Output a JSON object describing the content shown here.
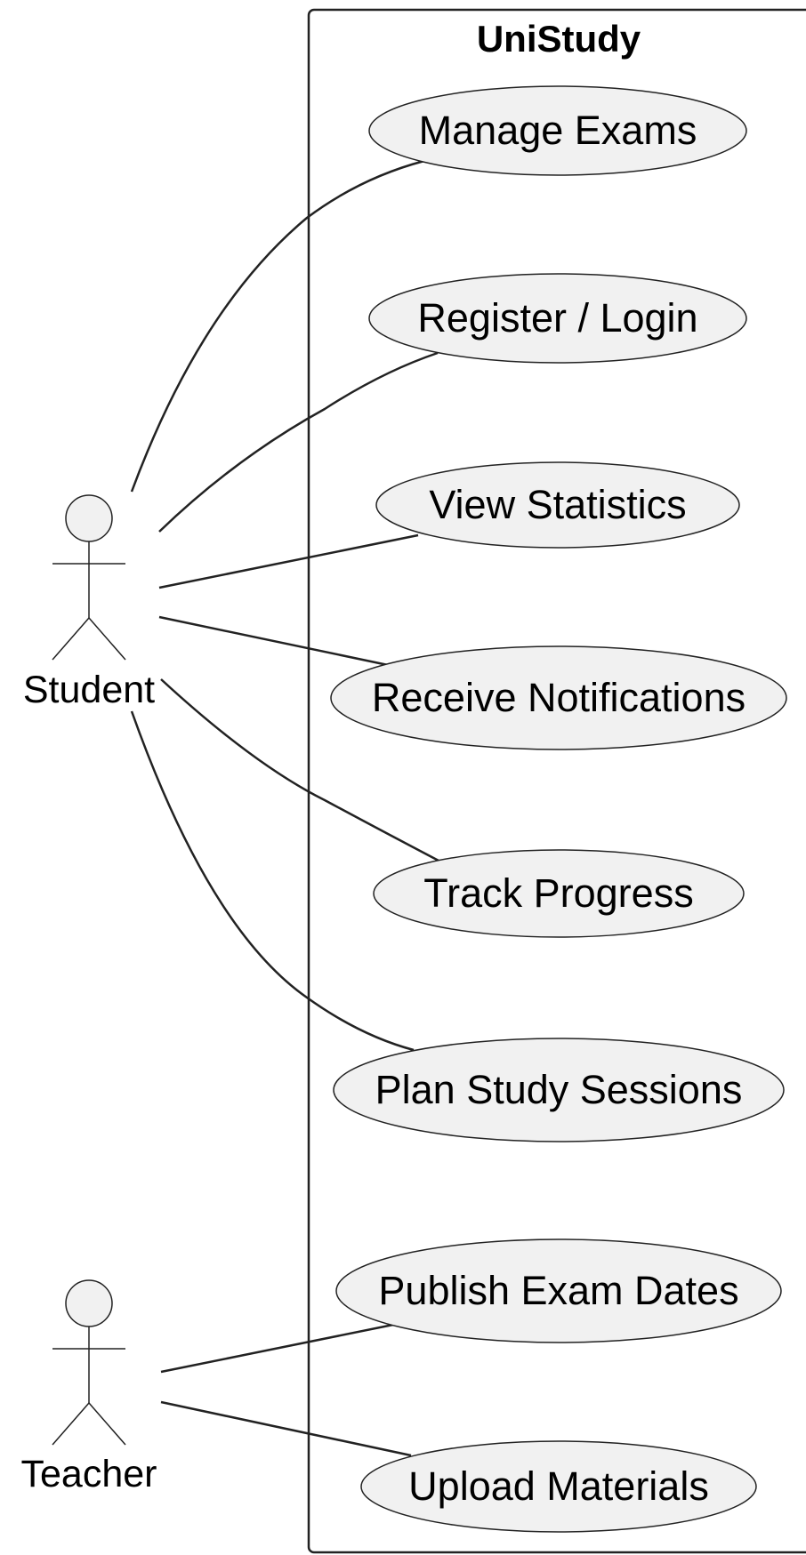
{
  "system": {
    "title": "UniStudy"
  },
  "actors": {
    "student": {
      "label": "Student"
    },
    "teacher": {
      "label": "Teacher"
    }
  },
  "use_cases": {
    "manage_exams": "Manage Exams",
    "register_login": "Register / Login",
    "view_statistics": "View Statistics",
    "receive_notifications": "Receive Notifications",
    "track_progress": "Track Progress",
    "plan_study_sessions": "Plan Study Sessions",
    "publish_exam_dates": "Publish Exam Dates",
    "upload_materials": "Upload Materials"
  },
  "associations": [
    {
      "actor": "Student",
      "use_case": "Manage Exams"
    },
    {
      "actor": "Student",
      "use_case": "Register / Login"
    },
    {
      "actor": "Student",
      "use_case": "View Statistics"
    },
    {
      "actor": "Student",
      "use_case": "Receive Notifications"
    },
    {
      "actor": "Student",
      "use_case": "Track Progress"
    },
    {
      "actor": "Student",
      "use_case": "Plan Study Sessions"
    },
    {
      "actor": "Teacher",
      "use_case": "Publish Exam Dates"
    },
    {
      "actor": "Teacher",
      "use_case": "Upload Materials"
    }
  ]
}
